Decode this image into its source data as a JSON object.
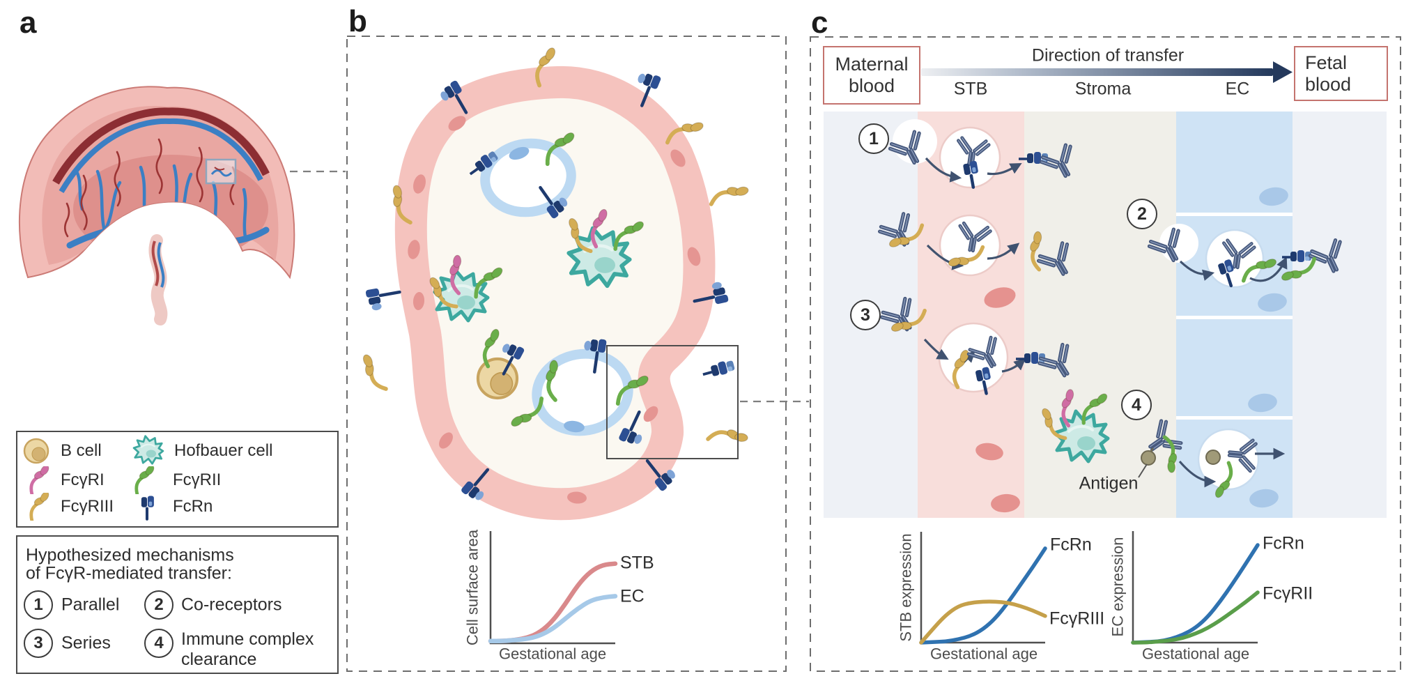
{
  "panel_a": {
    "label": "a"
  },
  "panel_b": {
    "label": "b"
  },
  "panel_c": {
    "label": "c",
    "maternal_line1": "Maternal",
    "maternal_line2": "blood",
    "fetal_line1": "Fetal",
    "fetal_line2": "blood",
    "direction_label": "Direction of transfer",
    "col_stb": "STB",
    "col_stroma": "Stroma",
    "col_ec": "EC",
    "antigen_label": "Antigen",
    "step1": "1",
    "step2": "2",
    "step3": "3",
    "step4": "4"
  },
  "legend": {
    "items": [
      {
        "label": "B cell",
        "icon": "b-cell-icon",
        "color": "#ecd7a4"
      },
      {
        "label": "Hofbauer cell",
        "icon": "hofbauer-cell-icon",
        "color": "#59b8ae"
      },
      {
        "label": "FcγRI",
        "icon": "fcgri-receptor-icon",
        "color": "#cf6da4"
      },
      {
        "label": "FcγRII",
        "icon": "fcgrii-receptor-icon",
        "color": "#6aae4a"
      },
      {
        "label": "FcγRIII",
        "icon": "fcgriii-receptor-icon",
        "color": "#d4ad55"
      },
      {
        "label": "FcRn",
        "icon": "fcrn-receptor-icon",
        "color": "#1e3a6e"
      }
    ]
  },
  "mechanisms": {
    "title_line1": "Hypothesized mechanisms",
    "title_line2": "of FcγR-mediated transfer:",
    "items": [
      {
        "number": "1",
        "label": "Parallel"
      },
      {
        "number": "2",
        "label": "Co-receptors"
      },
      {
        "number": "3",
        "label": "Series"
      },
      {
        "number": "4",
        "label": "Immune complex clearance"
      }
    ]
  },
  "palette": {
    "antibody": "#47597d",
    "fcrn": "#1e3a6e",
    "fcgr1_pink": "#cf6da4",
    "fcgr2_green": "#6aae4a",
    "fcgr3_gold": "#d4ad55",
    "hofbauer": "#59b8ae",
    "b_cell": "#ecd7a4",
    "stb_band": "#f8dedb",
    "stroma_band": "#f0efe9",
    "ec_cell": "#cfe3f5",
    "blood_band": "#eef1f6",
    "membrane_pink": "#f5c3be",
    "vesicle_blue": "#bcd9f2",
    "arrow_dark": "#3f5270",
    "box_red": "#c4736e"
  },
  "chart_data": [
    {
      "type": "line",
      "title": "",
      "xlabel": "Gestational age",
      "ylabel": "Cell surface area",
      "x_range": [
        0,
        1
      ],
      "ylim": [
        0,
        1
      ],
      "grid": false,
      "legend_position": "right-of-curve-ends",
      "series": [
        {
          "name": "STB",
          "color": "#d9898b",
          "values": [
            0.02,
            0.02,
            0.03,
            0.05,
            0.1,
            0.2,
            0.35,
            0.52,
            0.64,
            0.7,
            0.71
          ]
        },
        {
          "name": "EC",
          "color": "#a6c9e8",
          "values": [
            0.02,
            0.02,
            0.03,
            0.04,
            0.07,
            0.13,
            0.22,
            0.31,
            0.38,
            0.41,
            0.42
          ]
        }
      ]
    },
    {
      "type": "line",
      "title": "",
      "xlabel": "Gestational age",
      "ylabel": "STB expression",
      "x_range": [
        0,
        1
      ],
      "ylim": [
        0,
        1
      ],
      "grid": false,
      "legend_position": "right-of-curve-ends",
      "series": [
        {
          "name": "FcRn",
          "color": "#2f72b0",
          "values": [
            0,
            0.005,
            0.01,
            0.03,
            0.06,
            0.12,
            0.22,
            0.36,
            0.52,
            0.68,
            0.85
          ]
        },
        {
          "name": "FcγRIII",
          "color": "#c5a04a",
          "values": [
            0,
            0.13,
            0.25,
            0.33,
            0.36,
            0.37,
            0.37,
            0.36,
            0.33,
            0.29,
            0.24
          ]
        }
      ]
    },
    {
      "type": "line",
      "title": "",
      "xlabel": "Gestational age",
      "ylabel": "EC expression",
      "x_range": [
        0,
        1
      ],
      "ylim": [
        0,
        1
      ],
      "grid": false,
      "legend_position": "right-of-curve-ends",
      "series": [
        {
          "name": "FcRn",
          "color": "#2f72b0",
          "values": [
            0,
            0.005,
            0.01,
            0.03,
            0.07,
            0.13,
            0.23,
            0.37,
            0.53,
            0.7,
            0.875
          ]
        },
        {
          "name": "FcγRII",
          "color": "#5a9e4a",
          "values": [
            0,
            0,
            0.01,
            0.02,
            0.04,
            0.08,
            0.13,
            0.2,
            0.28,
            0.36,
            0.45
          ]
        }
      ]
    }
  ]
}
